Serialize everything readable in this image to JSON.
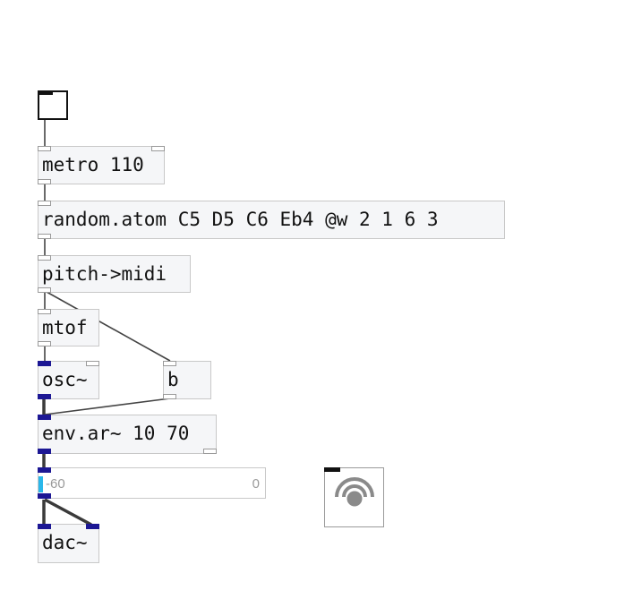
{
  "objects": {
    "metro": "metro 110",
    "random": "random.atom C5 D5 C6 Eb4 @w 2 1 6 3",
    "pitch": "pitch->midi",
    "mtof": "mtof",
    "osc": "osc~",
    "b": "b",
    "env": "env.ar~ 10 70",
    "dac": "dac~"
  },
  "meter": {
    "min_label": "-60",
    "max_label": "0",
    "level_fraction": 0.0
  },
  "toggle": {
    "state": "off"
  },
  "colors": {
    "signal_cord": "#3a3a3a",
    "control_cord": "#444444",
    "signal_port": "#1c1794",
    "meter_fill": "#2ab7ea"
  }
}
